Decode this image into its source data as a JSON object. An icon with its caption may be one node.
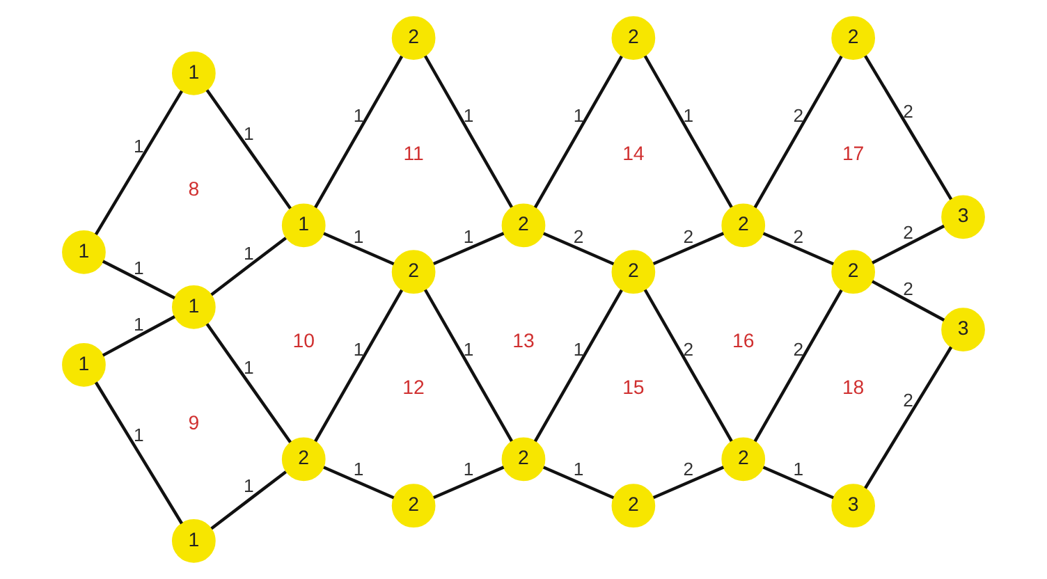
{
  "diagram": {
    "nodes": [
      {
        "text": [
          "1"
        ]
      },
      {
        "text": [
          "2"
        ]
      },
      {
        "text": [
          "2"
        ]
      },
      {
        "text": [
          "2"
        ]
      },
      {
        "text": [
          "1"
        ]
      },
      {
        "text": [
          "1"
        ]
      },
      {
        "text": [
          "2"
        ]
      },
      {
        "text": [
          "2"
        ]
      },
      {
        "text": [
          "3"
        ]
      },
      {
        "text": [
          "1"
        ]
      },
      {
        "text": [
          "2"
        ]
      },
      {
        "text": [
          "2"
        ]
      },
      {
        "text": [
          "2"
        ]
      },
      {
        "text": [
          "1"
        ]
      },
      {
        "text": [
          "2"
        ]
      },
      {
        "text": [
          "2"
        ]
      },
      {
        "text": [
          "2"
        ]
      },
      {
        "text": [
          "3"
        ]
      },
      {
        "text": [
          "1"
        ]
      },
      {
        "text": [
          "2"
        ]
      },
      {
        "text": [
          "2"
        ]
      },
      {
        "text": [
          "3"
        ]
      }
    ],
    "edges": [
      {
        "from": 4,
        "to": 0,
        "arrow": "none",
        "label": "1"
      },
      {
        "from": 0,
        "to": 5,
        "arrow": "none",
        "label": "1"
      },
      {
        "from": 4,
        "to": 9,
        "arrow": "none",
        "label": "1"
      },
      {
        "from": 9,
        "to": 5,
        "arrow": "none",
        "label": "1"
      },
      {
        "from": 5,
        "to": 1,
        "arrow": "none",
        "label": "1"
      },
      {
        "from": 1,
        "to": 6,
        "arrow": "none",
        "label": "1"
      },
      {
        "from": 5,
        "to": 10,
        "arrow": "none",
        "label": "1"
      },
      {
        "from": 10,
        "to": 6,
        "arrow": "none",
        "label": "1"
      },
      {
        "from": 6,
        "to": 2,
        "arrow": "none",
        "label": "1"
      },
      {
        "from": 2,
        "to": 7,
        "arrow": "none",
        "label": "1"
      },
      {
        "from": 6,
        "to": 11,
        "arrow": "none",
        "label": "2"
      },
      {
        "from": 11,
        "to": 7,
        "arrow": "none",
        "label": "2"
      },
      {
        "from": 7,
        "to": 3,
        "arrow": "none",
        "label": "2"
      },
      {
        "from": 3,
        "to": 8,
        "arrow": "none",
        "label": "2"
      },
      {
        "from": 7,
        "to": 12,
        "arrow": "none",
        "label": "2"
      },
      {
        "from": 12,
        "to": 8,
        "arrow": "none",
        "label": "2"
      },
      {
        "from": 13,
        "to": 9,
        "arrow": "none",
        "label": "1"
      },
      {
        "from": 9,
        "to": 14,
        "arrow": "none",
        "label": "1"
      },
      {
        "from": 14,
        "to": 10,
        "arrow": "none",
        "label": "1"
      },
      {
        "from": 10,
        "to": 15,
        "arrow": "none",
        "label": "1"
      },
      {
        "from": 15,
        "to": 11,
        "arrow": "none",
        "label": "1"
      },
      {
        "from": 11,
        "to": 16,
        "arrow": "none",
        "label": "2"
      },
      {
        "from": 16,
        "to": 12,
        "arrow": "none",
        "label": "2"
      },
      {
        "from": 12,
        "to": 17,
        "arrow": "none",
        "label": "2"
      },
      {
        "from": 13,
        "to": 18,
        "arrow": "none",
        "label": "1"
      },
      {
        "from": 18,
        "to": 14,
        "arrow": "none",
        "label": "1"
      },
      {
        "from": 14,
        "to": 19,
        "arrow": "none",
        "label": "1"
      },
      {
        "from": 19,
        "to": 15,
        "arrow": "none",
        "label": "1"
      },
      {
        "from": 15,
        "to": 20,
        "arrow": "none",
        "label": "1"
      },
      {
        "from": 20,
        "to": 16,
        "arrow": "none",
        "label": "2"
      },
      {
        "from": 16,
        "to": 21,
        "arrow": "none",
        "label": "1"
      },
      {
        "from": 21,
        "to": 17,
        "arrow": "none",
        "label": "2"
      }
    ],
    "labels": [
      "8",
      "11",
      "14",
      "17",
      "10",
      "13",
      "16",
      "9",
      "12",
      "15",
      "18"
    ]
  }
}
